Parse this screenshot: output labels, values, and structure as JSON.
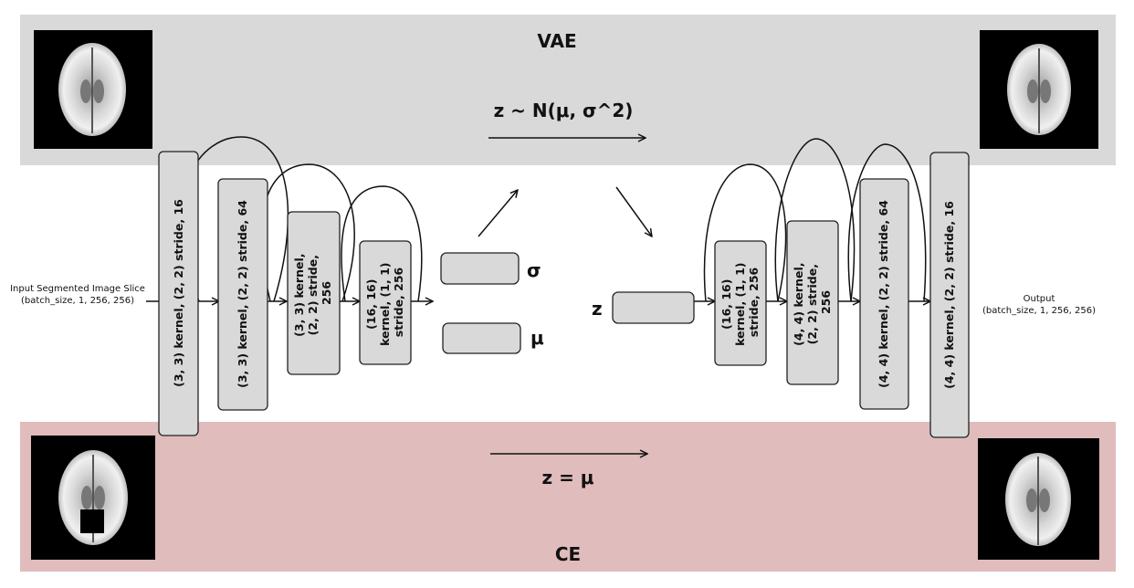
{
  "bands": {
    "vae": {
      "title": "VAE",
      "color": "#d9d9d9",
      "sampling": "z ~ N(μ, σ^2)"
    },
    "ce": {
      "title": "CE",
      "color": "#e0bcbc",
      "sampling": "z  = μ"
    }
  },
  "io": {
    "input": [
      "Input Segmented Image Slice",
      "(batch_size, 1, 256, 256)"
    ],
    "output": [
      "Output",
      "(batch_size, 1, 256, 256)"
    ]
  },
  "encoder": [
    {
      "lines": [
        "(3, 3) kernel, (2, 2) stride, 16"
      ]
    },
    {
      "lines": [
        "(3, 3) kernel, (2, 2) stride, 64"
      ]
    },
    {
      "lines": [
        "(3, 3) kernel,",
        "(2, 2) stride,",
        "256"
      ]
    },
    {
      "lines": [
        "(16, 16)",
        "kernel, (1, 1)",
        "stride, 256"
      ]
    }
  ],
  "latent": {
    "sigma": "σ",
    "mu": "μ",
    "z": "z"
  },
  "decoder": [
    {
      "lines": [
        "(16, 16)",
        "kernel, (1, 1)",
        "stride, 256"
      ]
    },
    {
      "lines": [
        "(4, 4) kernel,",
        "(2, 2) stride,",
        "256"
      ]
    },
    {
      "lines": [
        "(4, 4) kernel, (2, 2) stride, 64"
      ]
    },
    {
      "lines": [
        "(4, 4) kernel, (2, 2) stride, 16"
      ]
    }
  ]
}
